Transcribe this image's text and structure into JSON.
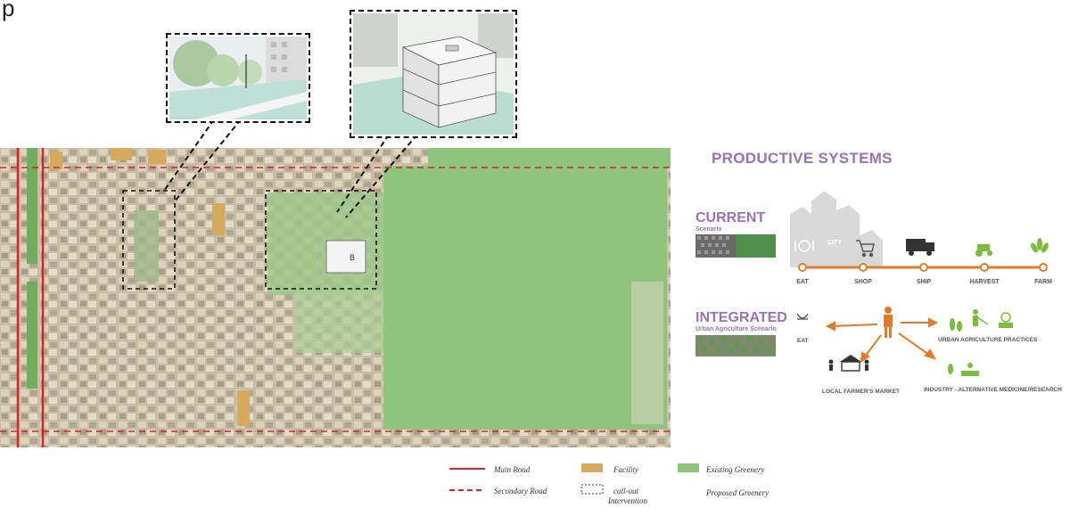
{
  "header": {
    "fragment": "p"
  },
  "map": {
    "building_label": "B"
  },
  "productive_systems": {
    "title": "PRODUCTIVE SYSTEMS",
    "current": {
      "title": "CURRENT",
      "subtitle": "Scenario",
      "city_label": "CITY",
      "steps": [
        "EAT",
        "SHOP",
        "SHIP",
        "HARVEST",
        "FARM"
      ]
    },
    "integrated": {
      "title": "INTEGRATED",
      "subtitle": "Urban Agriculture Scenario",
      "eat": "EAT",
      "practices": "URBAN AGRICULTURE PRACTICES",
      "market": "LOCAL FARMER'S MARKET",
      "industry": "INDUSTRY - ALTERNATIVE MEDICINE/RESEARCH"
    },
    "colors": {
      "accent": "#9b72b4",
      "flow": "#e07b2e",
      "green": "#7dbb3e"
    }
  },
  "legend": {
    "main_road": "Main Road",
    "secondary_road": "Secondary Road",
    "facility": "Facility",
    "callout_line1": "call-out",
    "callout_line2": "Intervention",
    "existing_greenery": "Existing Greenery",
    "proposed_greenery": "Proposed Greenery",
    "colors": {
      "main_road": "#d6242a",
      "facility": "#d6aa5e",
      "greenery": "#8fc47c"
    }
  }
}
